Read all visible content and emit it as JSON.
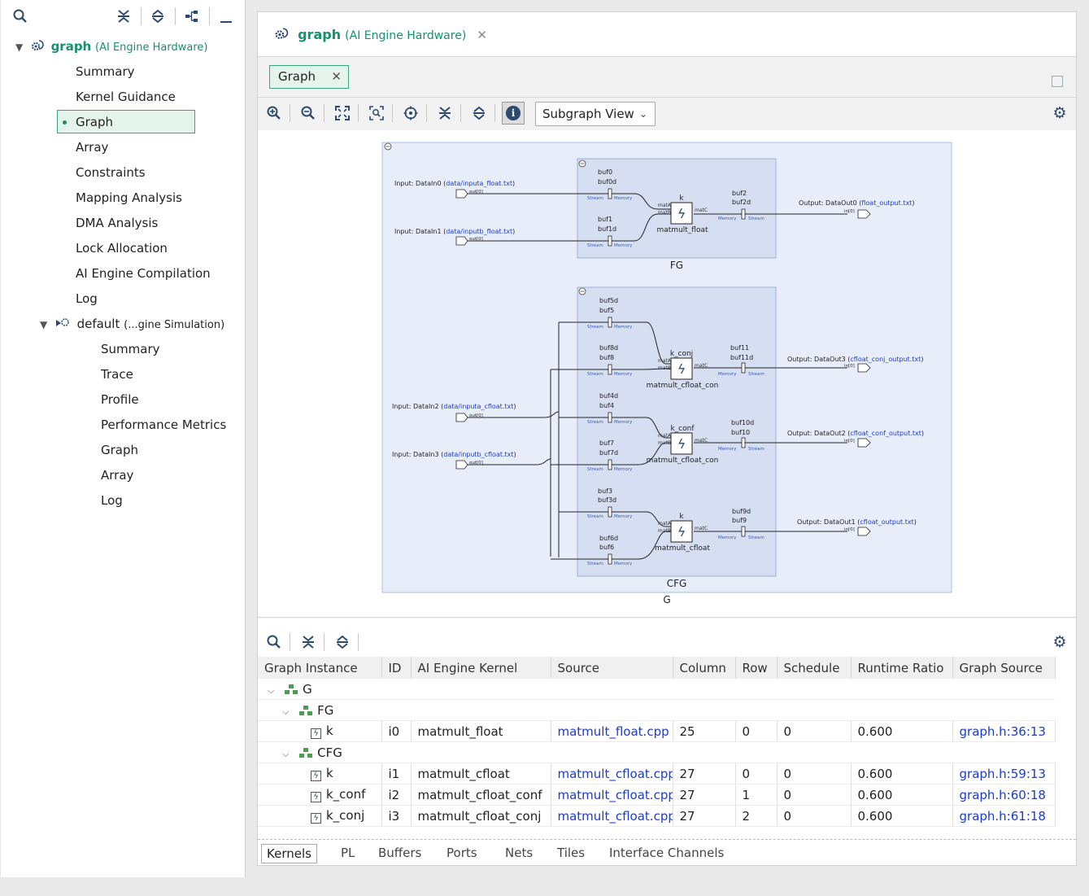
{
  "left_panel": {
    "root": {
      "label": "graph",
      "sub": "(AI Engine Hardware)"
    },
    "items": [
      "Summary",
      "Kernel Guidance",
      "Graph",
      "Array",
      "Constraints",
      "Mapping Analysis",
      "DMA Analysis",
      "Lock Allocation",
      "AI Engine Compilation",
      "Log"
    ],
    "sim": {
      "label": "default",
      "sub": "(...gine Simulation)"
    },
    "sim_items": [
      "Summary",
      "Trace",
      "Profile",
      "Performance Metrics",
      "Graph",
      "Array",
      "Log"
    ]
  },
  "main_tab": {
    "title": "graph",
    "sub": "(AI Engine Hardware)",
    "close": "✕"
  },
  "graph_tab": {
    "label": "Graph",
    "close": "✕"
  },
  "view_select": "Subgraph View",
  "info_glyph": "i",
  "graph": {
    "outer_name": "G",
    "groups": [
      {
        "name": "FG",
        "kernels": [
          {
            "name": "k",
            "func": "matmult_float",
            "in_buffers": [
              [
                "buf0",
                "buf0d"
              ],
              [
                "buf1",
                "buf1d"
              ]
            ],
            "out_buffers": [
              "buf2",
              "buf2d"
            ]
          }
        ]
      },
      {
        "name": "CFG",
        "kernels": [
          {
            "name": "k_conj",
            "func": "matmult_cfloat_con",
            "in_buffers": [
              [
                "buf5d",
                "buf5"
              ],
              [
                "buf8d",
                "buf8"
              ]
            ],
            "out_buffers": [
              "buf11",
              "buf11d"
            ]
          },
          {
            "name": "k_conf",
            "func": "matmult_cfloat_con",
            "in_buffers": [
              [
                "buf4d",
                "buf4"
              ],
              [
                "buf7",
                "buf7d"
              ]
            ],
            "out_buffers": [
              "buf10d",
              "buf10"
            ]
          },
          {
            "name": "k",
            "func": "matmult_cfloat",
            "in_buffers": [
              [
                "buf3",
                "buf3d"
              ],
              [
                "buf6d",
                "buf6"
              ]
            ],
            "out_buffers": [
              "buf9d",
              "buf9"
            ]
          }
        ]
      }
    ],
    "inputs": [
      {
        "label": "Input: DataIn0",
        "file": "data/inputa_float.txt"
      },
      {
        "label": "Input: DataIn1",
        "file": "data/inputb_float.txt"
      },
      {
        "label": "Input: DataIn2",
        "file": "data/inputa_cfloat.txt"
      },
      {
        "label": "Input: DataIn3",
        "file": "data/inputb_cfloat.txt"
      }
    ],
    "outputs": [
      {
        "label": "Output: DataOut0",
        "file": "float_output.txt"
      },
      {
        "label": "Output: DataOut3",
        "file": "cfloat_conj_output.txt"
      },
      {
        "label": "Output: DataOut2",
        "file": "cfloat_conf_output.txt"
      },
      {
        "label": "Output: DataOut1",
        "file": "cfloat_output.txt"
      }
    ],
    "port_labels": {
      "out": "out[0]",
      "in": "in[0]",
      "mata": "matA",
      "matb": "matB",
      "matc": "matC",
      "stream": "Stream",
      "memory": "Memory"
    }
  },
  "table": {
    "columns": [
      "Graph Instance",
      "ID",
      "AI Engine Kernel",
      "Source",
      "Column",
      "Row",
      "Schedule",
      "Runtime Ratio",
      "Graph Source"
    ],
    "groups": [
      {
        "name": "G",
        "level": 0
      },
      {
        "name": "FG",
        "level": 1
      },
      {
        "name": "CFG",
        "level": 1
      }
    ],
    "rows": [
      {
        "instance": "k",
        "id": "i0",
        "kernel": "matmult_float",
        "source": "matmult_float.cpp",
        "column": "25",
        "row": "0",
        "schedule": "0",
        "ratio": "0.600",
        "graph_source": "graph.h:36:13"
      },
      {
        "instance": "k",
        "id": "i1",
        "kernel": "matmult_cfloat",
        "source": "matmult_cfloat.cpp",
        "column": "27",
        "row": "0",
        "schedule": "0",
        "ratio": "0.600",
        "graph_source": "graph.h:59:13"
      },
      {
        "instance": "k_conf",
        "id": "i2",
        "kernel": "matmult_cfloat_conf",
        "source": "matmult_cfloat.cpp",
        "column": "27",
        "row": "1",
        "schedule": "0",
        "ratio": "0.600",
        "graph_source": "graph.h:60:18"
      },
      {
        "instance": "k_conj",
        "id": "i3",
        "kernel": "matmult_cfloat_conj",
        "source": "matmult_cfloat.cpp",
        "column": "27",
        "row": "2",
        "schedule": "0",
        "ratio": "0.600",
        "graph_source": "graph.h:61:18"
      }
    ]
  },
  "bottom_tabs": [
    "Kernels",
    "PL",
    "Buffers",
    "Ports",
    "Nets",
    "Tiles",
    "Interface Channels"
  ],
  "colors": {
    "accent": "#14916f",
    "link": "#1a3bd6",
    "icon": "#2b4a6e",
    "group_fill": "#e8eef9",
    "kernel_fill": "#d6def2"
  }
}
